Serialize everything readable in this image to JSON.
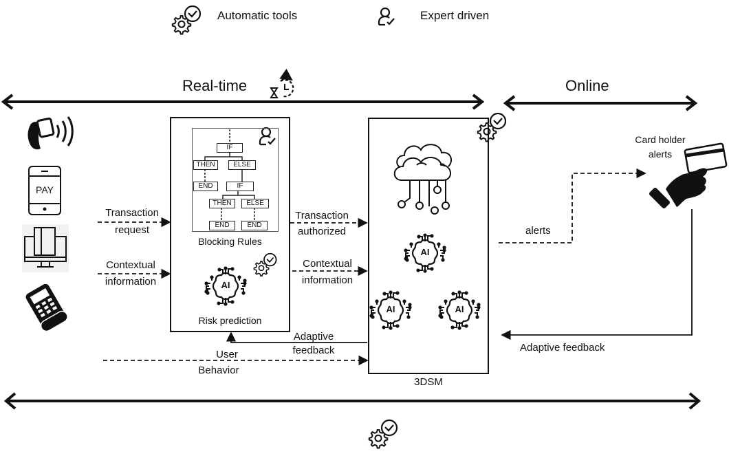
{
  "legend": {
    "automatic_tools": "Automatic tools",
    "expert_driven": "Expert driven",
    "automatic_icon": "gear-check-icon",
    "expert_icon": "user-check-icon"
  },
  "timelines": {
    "realtime": "Real-time",
    "online": "Online",
    "realtime_icon": "hourglass-clock-icon"
  },
  "channels": [
    {
      "name": "smartwatch-contactless",
      "icon": "smartwatch-nfc-icon"
    },
    {
      "name": "mobile-pay",
      "icon": "phone-pay-icon",
      "text": "PAY"
    },
    {
      "name": "online-computer",
      "icon": "computer-card-icon"
    },
    {
      "name": "pos-terminal",
      "icon": "pos-terminal-icon"
    }
  ],
  "inputs": {
    "transaction_request": [
      "Transaction",
      "request"
    ],
    "contextual_information": [
      "Contextual",
      "information"
    ],
    "user_behavior": [
      "User",
      "Behavior"
    ]
  },
  "blocking": {
    "title": "Blocking Rules",
    "nodes": {
      "if1": "IF",
      "then1": "THEN",
      "else1": "ELSE",
      "end1": "END",
      "if2": "IF",
      "then2": "THEN",
      "else2": "ELSE",
      "end2": "END",
      "end3": "END"
    }
  },
  "risk": {
    "title": "Risk prediction",
    "ai_label": "AI"
  },
  "middle": {
    "transaction_authorized": [
      "Transaction",
      "authorized"
    ],
    "contextual_information": [
      "Contextual",
      "information"
    ],
    "adaptive_feedback": [
      "Adaptive",
      "feedback"
    ]
  },
  "dsm": {
    "title": "3DSM",
    "ai_label": "AI"
  },
  "online": {
    "alerts": "alerts",
    "card_holder_alerts": [
      "Card holder",
      "alerts"
    ],
    "adaptive_feedback": "Adaptive feedback"
  }
}
